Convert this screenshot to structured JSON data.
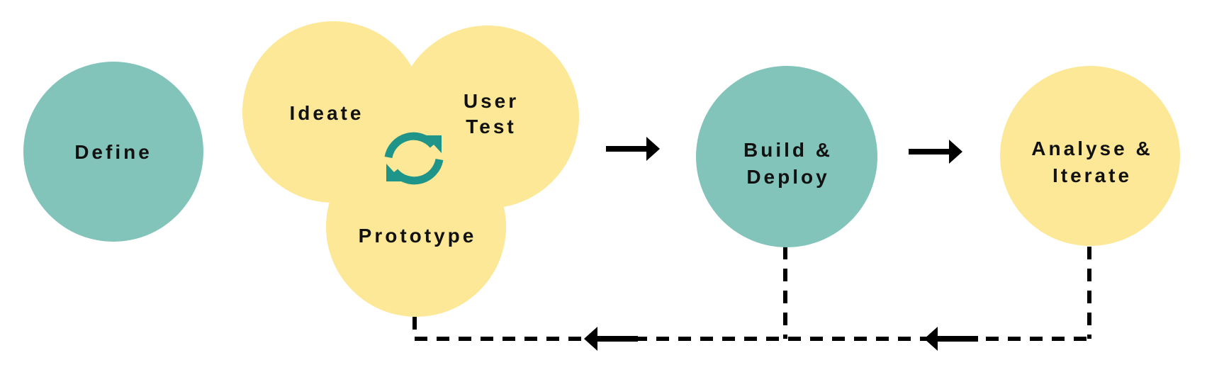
{
  "colors": {
    "teal": "#82c4ba",
    "yellow": "#fce896",
    "cycle_icon": "#1f9488",
    "ink": "#000000"
  },
  "nodes": {
    "define": "Define",
    "ideate": "Ideate",
    "user_test": [
      "User",
      "Test"
    ],
    "prototype": "Prototype",
    "build_deploy": [
      "Build &",
      "Deploy"
    ],
    "analyse_iterate": [
      "Analyse &",
      "Iterate"
    ]
  },
  "icons": {
    "cycle": "refresh-cycle-icon"
  }
}
